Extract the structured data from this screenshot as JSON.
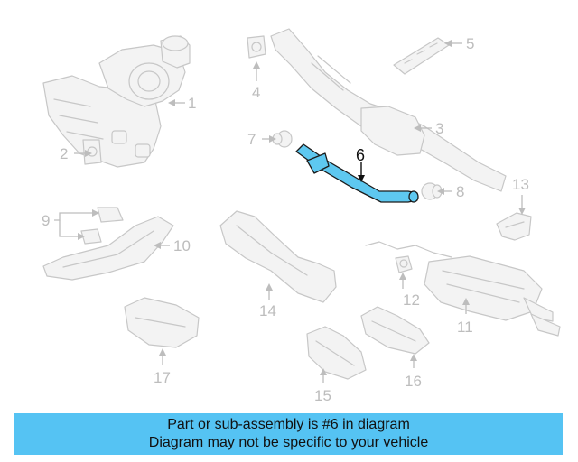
{
  "callouts": {
    "c1": "1",
    "c2": "2",
    "c3": "3",
    "c4": "4",
    "c5": "5",
    "c6": "6",
    "c7": "7",
    "c8": "8",
    "c9": "9",
    "c10": "10",
    "c11": "11",
    "c12": "12",
    "c13": "13",
    "c14": "14",
    "c15": "15",
    "c16": "16",
    "c17": "17"
  },
  "highlight": {
    "part_number": "6",
    "color": "#5ec8f0"
  },
  "banner": {
    "line1": "Part or sub-assembly is #6 in diagram",
    "line2": "Diagram may not be specific to your vehicle",
    "color": "#55c3f3"
  }
}
